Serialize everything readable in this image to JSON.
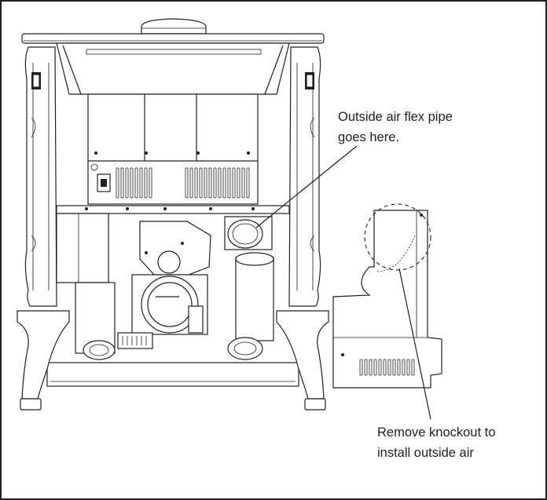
{
  "figure": {
    "callouts": [
      {
        "lines": [
          "Outside air flex pipe",
          "goes here."
        ]
      },
      {
        "lines": [
          "Remove knockout to",
          "install outside air"
        ]
      }
    ]
  }
}
